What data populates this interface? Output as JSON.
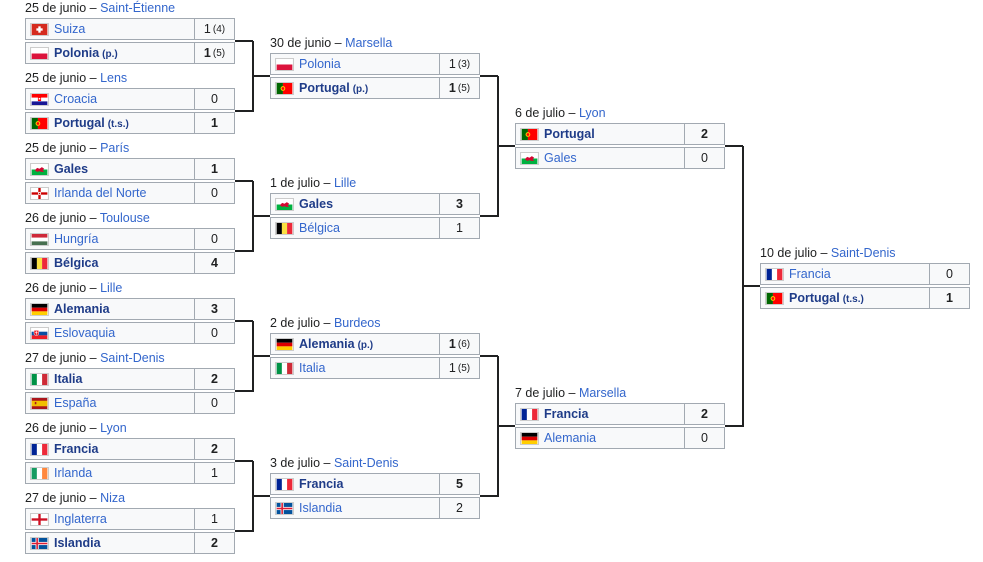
{
  "rounds": {
    "r16": [
      {
        "date": "25 de junio",
        "venue": "Saint-Étienne",
        "teams": [
          {
            "name": "Suiza",
            "flag": "sui",
            "score": "1",
            "pen": "(4)",
            "win": false
          },
          {
            "name": "Polonia",
            "sub": "(p.)",
            "flag": "pol",
            "score": "1",
            "pen": "(5)",
            "win": true
          }
        ]
      },
      {
        "date": "25 de junio",
        "venue": "Lens",
        "teams": [
          {
            "name": "Croacia",
            "flag": "cro",
            "score": "0",
            "win": false
          },
          {
            "name": "Portugal",
            "sub": "(t.s.)",
            "flag": "por",
            "score": "1",
            "win": true
          }
        ]
      },
      {
        "date": "25 de junio",
        "venue": "París",
        "teams": [
          {
            "name": "Gales",
            "flag": "wal",
            "score": "1",
            "win": true
          },
          {
            "name": "Irlanda del Norte",
            "flag": "nir",
            "score": "0",
            "win": false
          }
        ]
      },
      {
        "date": "26 de junio",
        "venue": "Toulouse",
        "teams": [
          {
            "name": "Hungría",
            "flag": "hun",
            "score": "0",
            "win": false
          },
          {
            "name": "Bélgica",
            "flag": "bel",
            "score": "4",
            "win": true
          }
        ]
      },
      {
        "date": "26 de junio",
        "venue": "Lille",
        "teams": [
          {
            "name": "Alemania",
            "flag": "ger",
            "score": "3",
            "win": true
          },
          {
            "name": "Eslovaquia",
            "flag": "svk",
            "score": "0",
            "win": false
          }
        ]
      },
      {
        "date": "27 de junio",
        "venue": "Saint-Denis",
        "teams": [
          {
            "name": "Italia",
            "flag": "ita",
            "score": "2",
            "win": true
          },
          {
            "name": "España",
            "flag": "esp",
            "score": "0",
            "win": false
          }
        ]
      },
      {
        "date": "26 de junio",
        "venue": "Lyon",
        "teams": [
          {
            "name": "Francia",
            "flag": "fra",
            "score": "2",
            "win": true
          },
          {
            "name": "Irlanda",
            "flag": "irl",
            "score": "1",
            "win": false
          }
        ]
      },
      {
        "date": "27 de junio",
        "venue": "Niza",
        "teams": [
          {
            "name": "Inglaterra",
            "flag": "eng",
            "score": "1",
            "win": false
          },
          {
            "name": "Islandia",
            "flag": "isl",
            "score": "2",
            "win": true
          }
        ]
      }
    ],
    "qf": [
      {
        "date": "30 de junio",
        "venue": "Marsella",
        "teams": [
          {
            "name": "Polonia",
            "flag": "pol",
            "score": "1",
            "pen": "(3)",
            "win": false
          },
          {
            "name": "Portugal",
            "sub": "(p.)",
            "flag": "por",
            "score": "1",
            "pen": "(5)",
            "win": true
          }
        ]
      },
      {
        "date": "1 de julio",
        "venue": "Lille",
        "teams": [
          {
            "name": "Gales",
            "flag": "wal",
            "score": "3",
            "win": true
          },
          {
            "name": "Bélgica",
            "flag": "bel",
            "score": "1",
            "win": false
          }
        ]
      },
      {
        "date": "2 de julio",
        "venue": "Burdeos",
        "teams": [
          {
            "name": "Alemania",
            "sub": "(p.)",
            "flag": "ger",
            "score": "1",
            "pen": "(6)",
            "win": true
          },
          {
            "name": "Italia",
            "flag": "ita",
            "score": "1",
            "pen": "(5)",
            "win": false
          }
        ]
      },
      {
        "date": "3 de julio",
        "venue": "Saint-Denis",
        "teams": [
          {
            "name": "Francia",
            "flag": "fra",
            "score": "5",
            "win": true
          },
          {
            "name": "Islandia",
            "flag": "isl",
            "score": "2",
            "win": false
          }
        ]
      }
    ],
    "sf": [
      {
        "date": "6 de julio",
        "venue": "Lyon",
        "teams": [
          {
            "name": "Portugal",
            "flag": "por",
            "score": "2",
            "win": true
          },
          {
            "name": "Gales",
            "flag": "wal",
            "score": "0",
            "win": false
          }
        ]
      },
      {
        "date": "7 de julio",
        "venue": "Marsella",
        "teams": [
          {
            "name": "Francia",
            "flag": "fra",
            "score": "2",
            "win": true
          },
          {
            "name": "Alemania",
            "flag": "ger",
            "score": "0",
            "win": false
          }
        ]
      }
    ],
    "final": [
      {
        "date": "10 de julio",
        "venue": "Saint-Denis",
        "teams": [
          {
            "name": "Francia",
            "flag": "fra",
            "score": "0",
            "win": false
          },
          {
            "name": "Portugal",
            "sub": "(t.s.)",
            "flag": "por",
            "score": "1",
            "win": true
          }
        ]
      }
    ]
  }
}
